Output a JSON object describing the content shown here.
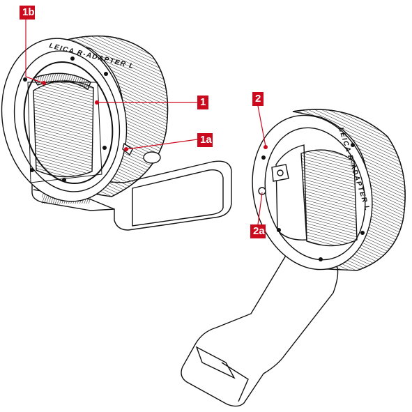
{
  "figure": {
    "engraving_left": "LEICA R-ADAPTER L",
    "engraving_right": "LEICA R-ADAPTER L",
    "callouts": [
      {
        "id": "1b",
        "label": "1b"
      },
      {
        "id": "1",
        "label": "1"
      },
      {
        "id": "1a",
        "label": "1a"
      },
      {
        "id": "2",
        "label": "2"
      },
      {
        "id": "2a",
        "label": "2a"
      }
    ],
    "colors": {
      "callout": "#cc0a1e",
      "line": "#111111",
      "background": "#ffffff"
    }
  }
}
